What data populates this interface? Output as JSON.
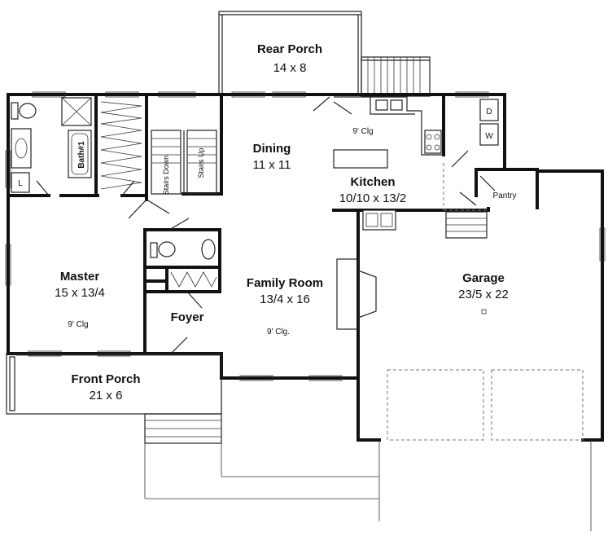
{
  "rooms": {
    "rear_porch": {
      "name": "Rear Porch",
      "size": "14 x 8"
    },
    "dining": {
      "name": "Dining",
      "size": "11 x 11"
    },
    "kitchen": {
      "name": "Kitchen",
      "size": "10/10 x 13/2",
      "ceiling": "9' Clg"
    },
    "master": {
      "name": "Master",
      "size": "15 x 13/4",
      "ceiling": "9' Clg"
    },
    "family_room": {
      "name": "Family Room",
      "size": "13/4 x 16",
      "ceiling": "9' Clg."
    },
    "foyer": {
      "name": "Foyer"
    },
    "garage": {
      "name": "Garage",
      "size": "23/5 x 22"
    },
    "front_porch": {
      "name": "Front Porch",
      "size": "21 x 6"
    },
    "pantry": {
      "name": "Pantry"
    },
    "bath": {
      "name": "Bath#1"
    }
  },
  "stairs": {
    "down": "Stairs Down",
    "up": "Stairs Up"
  },
  "appliances": {
    "dryer": "D",
    "washer": "W",
    "linen": "L"
  }
}
